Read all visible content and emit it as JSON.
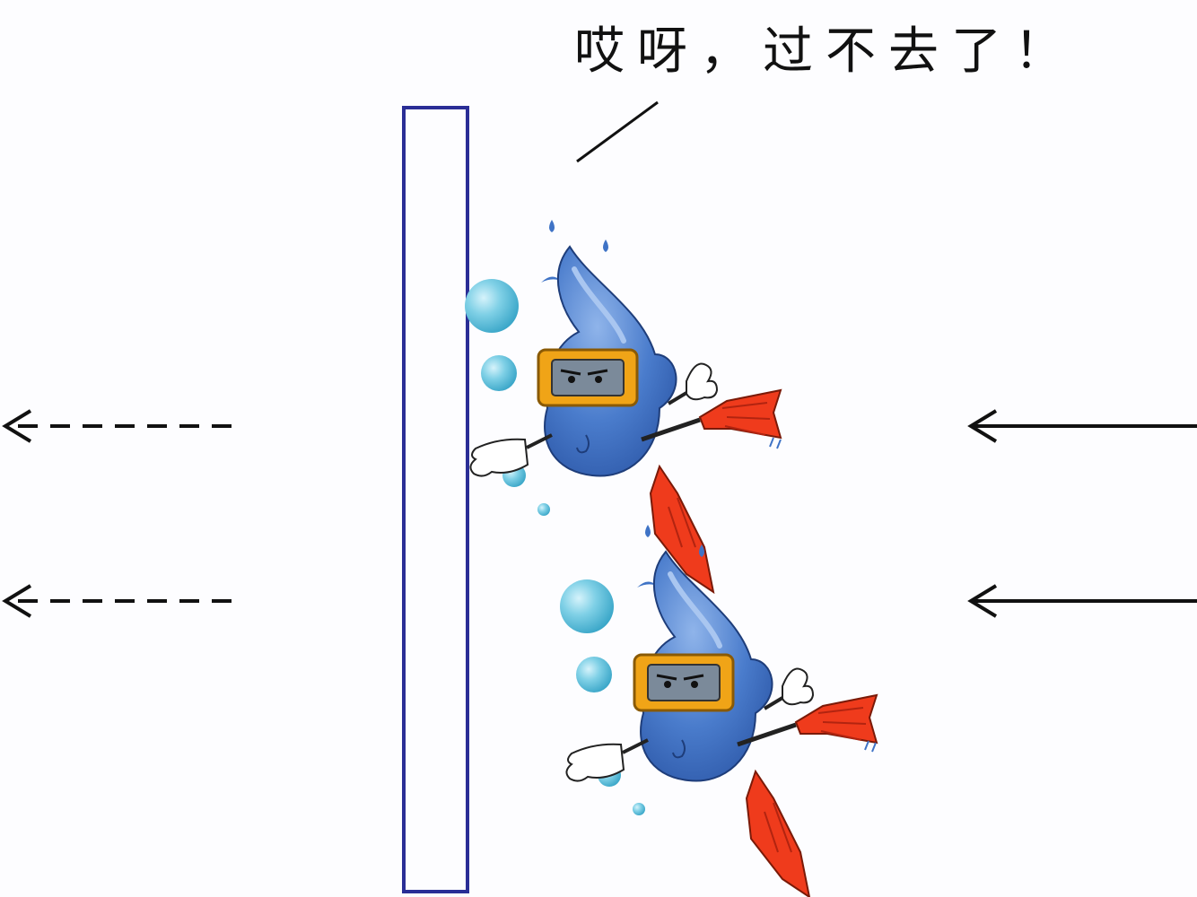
{
  "speech": {
    "text": "哎呀，过不去了！"
  },
  "colors": {
    "barrier": "#2a2e96",
    "drop_body": "#3f73c6",
    "drop_highlight": "#7fa8e0",
    "mask_frame": "#f0a417",
    "mask_glass": "#7b8a9a",
    "fin": "#ef3b1c",
    "bubble": "#5cc2dc",
    "arrow": "#111111"
  },
  "icons": [
    "water-drop-diver",
    "bubble",
    "solid-arrow-left",
    "dashed-arrow-left",
    "barrier-membrane"
  ]
}
